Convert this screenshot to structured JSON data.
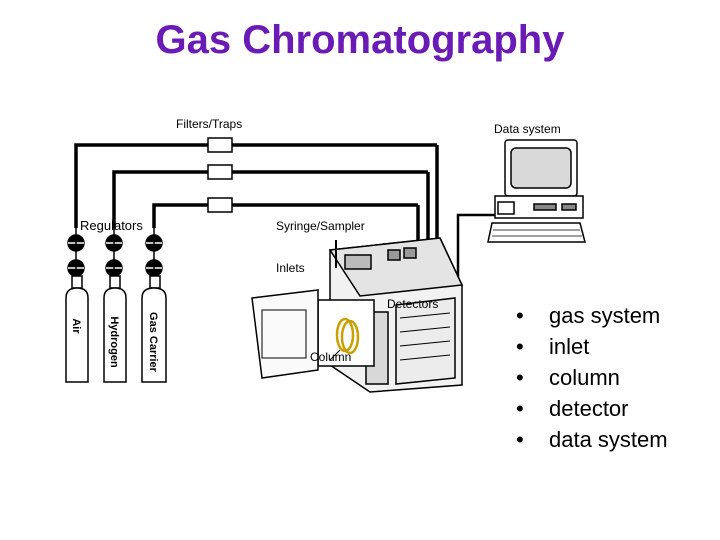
{
  "title": "Gas Chromatography",
  "labels": {
    "filters_traps": "Filters/Traps",
    "data_system": "Data system",
    "regulators": "Regulators",
    "syringe_sampler": "Syringe/Sampler",
    "inlets": "Inlets",
    "detectors": "Detectors",
    "column": "Column",
    "cylinders": [
      "Air",
      "Hydrogen",
      "Gas Carrier"
    ]
  },
  "bullets": [
    "gas system",
    "inlet",
    "column",
    "detector",
    "data system"
  ],
  "bullet_char": "•",
  "colors": {
    "title": "#6a1bb5",
    "lines": "#000000",
    "column_coil": "#c8a000"
  }
}
